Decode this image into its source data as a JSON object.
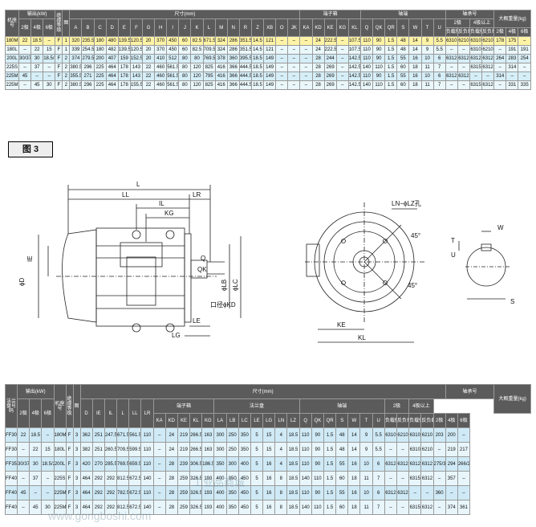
{
  "figure_label": "图 3",
  "table1": {
    "head": {
      "frame": "机座号",
      "output": "输出(kW)",
      "insul": "绝缘等级",
      "fig": "图",
      "dims": "尺寸(mm)",
      "terminal": "端子箱",
      "shaft": "轴端",
      "bearing": "轴承号",
      "weight": "大概重量(kg)",
      "p2": "2极",
      "p4": "4极",
      "p6": "6极",
      "b2": "2极",
      "b46": "4极以上",
      "load": "负载侧",
      "opp": "反负载侧",
      "cols": [
        "A",
        "B",
        "C",
        "D",
        "E",
        "F",
        "G",
        "H",
        "I",
        "J",
        "K",
        "L",
        "M",
        "N",
        "R",
        "Z",
        "XB",
        "O",
        "JK"
      ],
      "tcols": [
        "KA",
        "KD",
        "KE",
        "KG",
        "KL"
      ],
      "scols": [
        "Q",
        "QK",
        "QR",
        "S",
        "W",
        "T",
        "U"
      ]
    },
    "rows": [
      [
        "180M",
        "22",
        "18.5",
        "–",
        "F",
        "1",
        "320",
        "235.5",
        "180",
        "480",
        "139.5",
        "120.5",
        "20",
        "370",
        "450",
        "60",
        "82.5",
        "671.5",
        "324",
        "286",
        "351.5",
        "14.5",
        "121",
        "–",
        "–",
        "–",
        "24",
        "222.5",
        "–",
        "107.5",
        "110",
        "90",
        "1.5",
        "48",
        "14",
        "9",
        "5.5",
        "6310",
        "6210",
        "6310",
        "6210",
        "178",
        "175",
        "–"
      ],
      [
        "180L",
        "–",
        "22",
        "15",
        "F",
        "1",
        "339",
        "254.5",
        "180",
        "482",
        "139.5",
        "120.5",
        "20",
        "370",
        "450",
        "60",
        "82.5",
        "709.5",
        "324",
        "286",
        "351.5",
        "14.5",
        "121",
        "–",
        "–",
        "–",
        "24",
        "222.5",
        "–",
        "107.5",
        "110",
        "90",
        "1.5",
        "48",
        "14",
        "9",
        "5.5",
        "–",
        "–",
        "6310",
        "6210",
        "–",
        "191",
        "191"
      ],
      [
        "200L",
        "30/37",
        "30",
        "18.5/22",
        "F",
        "2",
        "374",
        "279.5",
        "200",
        "407",
        "159",
        "152.5",
        "20",
        "410",
        "512",
        "80",
        "80",
        "769.5",
        "378",
        "360",
        "395.5",
        "18.5",
        "149",
        "–",
        "–",
        "–",
        "28",
        "244",
        "–",
        "142.5",
        "110",
        "90",
        "1.5",
        "55",
        "16",
        "10",
        "6",
        "6312",
        "6312",
        "6312",
        "6312",
        "264",
        "283",
        "254"
      ],
      [
        "225S",
        "–",
        "37",
        "–",
        "F",
        "2",
        "380.5",
        "296",
        "225",
        "464",
        "178",
        "143",
        "22",
        "460",
        "561.5",
        "80",
        "120",
        "825",
        "416",
        "366",
        "444.5",
        "18.5",
        "149",
        "–",
        "–",
        "–",
        "28",
        "269",
        "–",
        "142.5",
        "140",
        "110",
        "1.5",
        "60",
        "18",
        "11",
        "7",
        "–",
        "–",
        "6315",
        "6312",
        "–",
        "314",
        "–"
      ],
      [
        "225M",
        "45",
        "–",
        "–",
        "F",
        "2",
        "355.5",
        "271",
        "225",
        "464",
        "178",
        "143",
        "22",
        "460",
        "561.5",
        "80",
        "120",
        "795",
        "416",
        "366",
        "444.5",
        "18.5",
        "149",
        "–",
        "–",
        "–",
        "28",
        "269",
        "–",
        "142.5",
        "110",
        "90",
        "1.5",
        "55",
        "16",
        "10",
        "6",
        "6312",
        "6312",
        "–",
        "–",
        "314",
        "–",
        "–"
      ],
      [
        "225M",
        "–",
        "45",
        "30",
        "F",
        "2",
        "380.5",
        "296",
        "225",
        "464",
        "178",
        "155.5",
        "22",
        "460",
        "561.5",
        "80",
        "120",
        "825",
        "416",
        "366",
        "444.5",
        "18.5",
        "149",
        "–",
        "–",
        "–",
        "28",
        "269",
        "–",
        "142.5",
        "140",
        "110",
        "1.5",
        "60",
        "18",
        "11",
        "7",
        "–",
        "–",
        "6315",
        "6312",
        "–",
        "331",
        "335"
      ]
    ]
  },
  "table2": {
    "head": {
      "flange": "法兰盘号码",
      "output": "输出(kW)",
      "frame": "机座号",
      "insul": "绝缘等级",
      "fig": "图",
      "dims": "尺寸(mm)",
      "terminal": "端子箱",
      "flangeplate": "法兰盘",
      "shaft": "轴端",
      "bearing": "轴承号",
      "weight": "大概重量(kg)",
      "p2": "2极",
      "p4": "4极",
      "p6": "6极",
      "b2": "2极",
      "b46": "4极以上",
      "load": "负载侧",
      "opp": "反负载侧",
      "cols": [
        "D",
        "IE",
        "IL",
        "L",
        "LL",
        "LR"
      ],
      "tcols": [
        "KA",
        "KD",
        "KE",
        "KL",
        "KG"
      ],
      "fcols": [
        "LA",
        "LB",
        "LC",
        "LE",
        "LG",
        "LN",
        "LZ"
      ],
      "scols": [
        "Q",
        "QK",
        "QR",
        "S",
        "W",
        "T",
        "U"
      ]
    },
    "rows": [
      [
        "FF300",
        "22",
        "18.5",
        "–",
        "180M",
        "F",
        "3",
        "362",
        "251",
        "247.5",
        "671.5",
        "561.5",
        "110",
        "–",
        "24",
        "219",
        "266.5",
        "163",
        "300",
        "250",
        "350",
        "5",
        "15",
        "4",
        "18.5",
        "110",
        "90",
        "1.5",
        "48",
        "14",
        "9",
        "5.5",
        "6310",
        "6210",
        "6310",
        "6210",
        "203",
        "200",
        "–"
      ],
      [
        "FF300",
        "–",
        "22",
        "15",
        "180L",
        "F",
        "3",
        "382",
        "251",
        "260.5",
        "709.5",
        "599.5",
        "110",
        "–",
        "24",
        "219",
        "266.5",
        "163",
        "300",
        "250",
        "350",
        "5",
        "15",
        "4",
        "18.5",
        "110",
        "90",
        "1.5",
        "48",
        "14",
        "9",
        "5.5",
        "–",
        "–",
        "6310",
        "6210",
        "–",
        "219",
        "217"
      ],
      [
        "FF350",
        "30/37",
        "30",
        "18.5/22",
        "200L",
        "F",
        "3",
        "420",
        "270",
        "285.5",
        "769.5",
        "659.5",
        "110",
        "–",
        "28",
        "239",
        "306.5",
        "186.5",
        "350",
        "300",
        "400",
        "5",
        "16",
        "4",
        "18.5",
        "110",
        "90",
        "1.5",
        "55",
        "16",
        "10",
        "6",
        "6312",
        "6312",
        "6312",
        "6312",
        "275/300",
        "294",
        "266/284"
      ],
      [
        "FF400",
        "–",
        "37",
        "–",
        "225S",
        "F",
        "3",
        "464",
        "292",
        "292",
        "812.5",
        "672.5",
        "140",
        "–",
        "28",
        "259",
        "326.5",
        "193",
        "400",
        "350",
        "450",
        "5",
        "16",
        "8",
        "18.5",
        "140",
        "110",
        "1.5",
        "60",
        "18",
        "11",
        "7",
        "–",
        "–",
        "6315",
        "6312",
        "–",
        "357",
        "–"
      ],
      [
        "FF400",
        "45",
        "–",
        "–",
        "225M",
        "F",
        "3",
        "464",
        "292",
        "292",
        "782.5",
        "672.5",
        "110",
        "–",
        "28",
        "259",
        "326.5",
        "193",
        "400",
        "350",
        "450",
        "5",
        "16",
        "8",
        "18.5",
        "110",
        "90",
        "1.5",
        "55",
        "16",
        "10",
        "6",
        "6312",
        "6312",
        "–",
        "–",
        "360",
        "–",
        "–"
      ],
      [
        "FF400",
        "–",
        "45",
        "30",
        "225M",
        "F",
        "3",
        "464",
        "292",
        "292",
        "812.5",
        "672.5",
        "140",
        "–",
        "28",
        "259",
        "326.5",
        "193",
        "400",
        "350",
        "450",
        "5",
        "16",
        "8",
        "18.5",
        "140",
        "110",
        "1.5",
        "60",
        "18",
        "11",
        "7",
        "–",
        "–",
        "6315",
        "6312",
        "–",
        "374",
        "361"
      ]
    ]
  },
  "drawing": {
    "labels": {
      "L": "L",
      "LL": "LL",
      "LR": "LR",
      "IL": "IL",
      "KG": "KG",
      "IE": "IE",
      "D": "ϕD",
      "Q": "Q",
      "QK": "QK",
      "LB": "ϕLB",
      "LC": "ϕLC",
      "KD": "口径ϕKD",
      "LG": "LG",
      "LE": "LE",
      "LN": "LN−ϕLZ孔",
      "a1": "45°",
      "a2": "45°",
      "KE": "KE",
      "KL": "KL",
      "W": "W",
      "T": "T",
      "U": "U",
      "S": "S"
    }
  },
  "watermark": "工业品商城",
  "watermark2": "www.gongboshi.com"
}
